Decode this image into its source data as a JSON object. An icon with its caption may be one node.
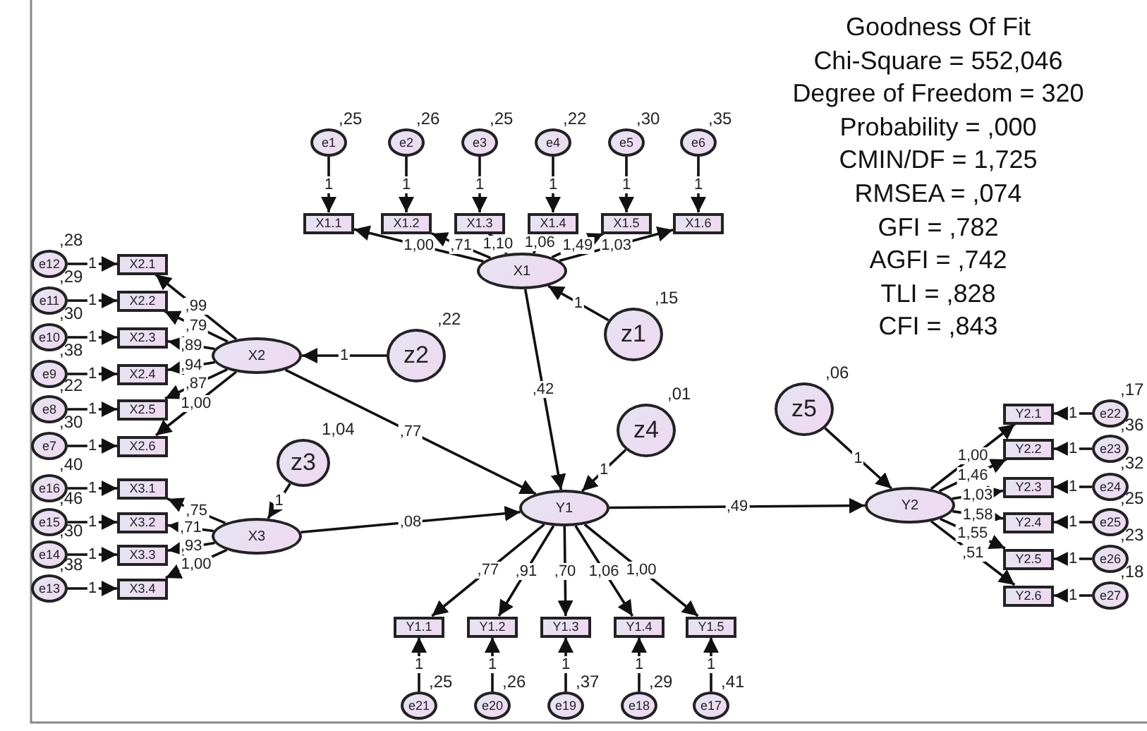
{
  "diagram": {
    "title": "Goodness Of Fit",
    "nodes": [
      {
        "text": [
          "e1"
        ],
        "beside": [
          ",25"
        ]
      },
      {
        "text": [
          "e2"
        ],
        "beside": [
          ",26"
        ]
      },
      {
        "text": [
          "e3"
        ],
        "beside": [
          ",25"
        ]
      },
      {
        "text": [
          "e4"
        ],
        "beside": [
          ",22"
        ]
      },
      {
        "text": [
          "e5"
        ],
        "beside": [
          ",30"
        ]
      },
      {
        "text": [
          "e6"
        ],
        "beside": [
          ",35"
        ]
      },
      {
        "text": [
          "X1.1"
        ]
      },
      {
        "text": [
          "X1.2"
        ]
      },
      {
        "text": [
          "X1.3"
        ]
      },
      {
        "text": [
          "X1.4"
        ]
      },
      {
        "text": [
          "X1.5"
        ]
      },
      {
        "text": [
          "X1.6"
        ]
      },
      {
        "text": [
          "X1"
        ]
      },
      {
        "text": [
          "z1"
        ],
        "beside": [
          ",15"
        ]
      },
      {
        "text": [
          "e12"
        ],
        "beside": [
          ",28"
        ]
      },
      {
        "text": [
          "e11"
        ],
        "beside": [
          ",29"
        ]
      },
      {
        "text": [
          "e10"
        ],
        "beside": [
          ",30"
        ]
      },
      {
        "text": [
          "e9"
        ],
        "beside": [
          ",38"
        ]
      },
      {
        "text": [
          "e8"
        ],
        "beside": [
          ",22"
        ]
      },
      {
        "text": [
          "e7"
        ],
        "beside": [
          ",30"
        ]
      },
      {
        "text": [
          "X2.1"
        ]
      },
      {
        "text": [
          "X2.2"
        ]
      },
      {
        "text": [
          "X2.3"
        ]
      },
      {
        "text": [
          "X2.4"
        ]
      },
      {
        "text": [
          "X2.5"
        ]
      },
      {
        "text": [
          "X2.6"
        ]
      },
      {
        "text": [
          "X2"
        ]
      },
      {
        "text": [
          "z2"
        ],
        "beside": [
          ",22"
        ]
      },
      {
        "text": [
          "z3"
        ],
        "beside": [
          "1,04"
        ]
      },
      {
        "text": [
          "e16"
        ],
        "beside": [
          ",40"
        ]
      },
      {
        "text": [
          "e15"
        ],
        "beside": [
          ",46"
        ]
      },
      {
        "text": [
          "e14"
        ],
        "beside": [
          ",30"
        ]
      },
      {
        "text": [
          "e13"
        ],
        "beside": [
          ",38"
        ]
      },
      {
        "text": [
          "X3.1"
        ]
      },
      {
        "text": [
          "X3.2"
        ]
      },
      {
        "text": [
          "X3.3"
        ]
      },
      {
        "text": [
          "X3.4"
        ]
      },
      {
        "text": [
          "X3"
        ]
      },
      {
        "text": [
          "z4"
        ],
        "beside": [
          ",01"
        ]
      },
      {
        "text": [
          "Y1"
        ]
      },
      {
        "text": [
          "Y1.1"
        ]
      },
      {
        "text": [
          "Y1.2"
        ]
      },
      {
        "text": [
          "Y1.3"
        ]
      },
      {
        "text": [
          "Y1.4"
        ]
      },
      {
        "text": [
          "Y1.5"
        ]
      },
      {
        "text": [
          "e21"
        ],
        "beside": [
          ",25"
        ]
      },
      {
        "text": [
          "e20"
        ],
        "beside": [
          ",26"
        ]
      },
      {
        "text": [
          "e19"
        ],
        "beside": [
          ",37"
        ]
      },
      {
        "text": [
          "e18"
        ],
        "beside": [
          ",29"
        ]
      },
      {
        "text": [
          "e17"
        ],
        "beside": [
          ",41"
        ]
      },
      {
        "text": [
          "z5"
        ],
        "beside": [
          ",06"
        ]
      },
      {
        "text": [
          "Y2"
        ]
      },
      {
        "text": [
          "Y2.1"
        ]
      },
      {
        "text": [
          "Y2.2"
        ]
      },
      {
        "text": [
          "Y2.3"
        ]
      },
      {
        "text": [
          "Y2.4"
        ]
      },
      {
        "text": [
          "Y2.5"
        ]
      },
      {
        "text": [
          "Y2.6"
        ]
      },
      {
        "text": [
          "e22"
        ],
        "beside": [
          ",17"
        ]
      },
      {
        "text": [
          "e23"
        ],
        "beside": [
          ",36"
        ]
      },
      {
        "text": [
          "e24"
        ],
        "beside": [
          ",32"
        ]
      },
      {
        "text": [
          "e25"
        ],
        "beside": [
          ",25"
        ]
      },
      {
        "text": [
          "e26"
        ],
        "beside": [
          ",23"
        ]
      },
      {
        "text": [
          "e27"
        ],
        "beside": [
          ",18"
        ]
      }
    ],
    "edges": [
      {
        "from": 0,
        "to": 6,
        "arrow": "to",
        "label": "1"
      },
      {
        "from": 1,
        "to": 7,
        "arrow": "to",
        "label": "1"
      },
      {
        "from": 2,
        "to": 8,
        "arrow": "to",
        "label": "1"
      },
      {
        "from": 3,
        "to": 9,
        "arrow": "to",
        "label": "1"
      },
      {
        "from": 4,
        "to": 10,
        "arrow": "to",
        "label": "1"
      },
      {
        "from": 5,
        "to": 11,
        "arrow": "to",
        "label": "1"
      },
      {
        "from": 12,
        "to": 6,
        "arrow": "to",
        "label": "1,00"
      },
      {
        "from": 12,
        "to": 7,
        "arrow": "to",
        "label": ",71"
      },
      {
        "from": 12,
        "to": 8,
        "arrow": "to",
        "label": "1,10"
      },
      {
        "from": 12,
        "to": 9,
        "arrow": "to",
        "label": "1,06"
      },
      {
        "from": 12,
        "to": 10,
        "arrow": "to",
        "label": "1,49"
      },
      {
        "from": 12,
        "to": 11,
        "arrow": "to",
        "label": "1,03"
      },
      {
        "from": 13,
        "to": 12,
        "arrow": "to",
        "label": "1"
      },
      {
        "from": 14,
        "to": 20,
        "arrow": "to",
        "label": "1"
      },
      {
        "from": 15,
        "to": 21,
        "arrow": "to",
        "label": "1"
      },
      {
        "from": 16,
        "to": 22,
        "arrow": "to",
        "label": "1"
      },
      {
        "from": 17,
        "to": 23,
        "arrow": "to",
        "label": "1"
      },
      {
        "from": 18,
        "to": 24,
        "arrow": "to",
        "label": "1"
      },
      {
        "from": 19,
        "to": 25,
        "arrow": "to",
        "label": "1"
      },
      {
        "from": 26,
        "to": 20,
        "arrow": "to",
        "label": ",99"
      },
      {
        "from": 26,
        "to": 21,
        "arrow": "to",
        "label": ",79"
      },
      {
        "from": 26,
        "to": 22,
        "arrow": "to",
        "label": ",89"
      },
      {
        "from": 26,
        "to": 23,
        "arrow": "to",
        "label": ",94"
      },
      {
        "from": 26,
        "to": 24,
        "arrow": "to",
        "label": ",87"
      },
      {
        "from": 26,
        "to": 25,
        "arrow": "to",
        "label": "1,00"
      },
      {
        "from": 27,
        "to": 26,
        "arrow": "to",
        "label": "1"
      },
      {
        "from": 28,
        "to": 37,
        "arrow": "to",
        "label": "1"
      },
      {
        "from": 29,
        "to": 33,
        "arrow": "to",
        "label": "1"
      },
      {
        "from": 30,
        "to": 34,
        "arrow": "to",
        "label": "1"
      },
      {
        "from": 31,
        "to": 35,
        "arrow": "to",
        "label": "1"
      },
      {
        "from": 32,
        "to": 36,
        "arrow": "to",
        "label": "1"
      },
      {
        "from": 37,
        "to": 33,
        "arrow": "to",
        "label": ",75"
      },
      {
        "from": 37,
        "to": 34,
        "arrow": "to",
        "label": ",71"
      },
      {
        "from": 37,
        "to": 35,
        "arrow": "to",
        "label": ",93"
      },
      {
        "from": 37,
        "to": 36,
        "arrow": "to",
        "label": "1,00"
      },
      {
        "from": 26,
        "to": 39,
        "arrow": "to",
        "label": ",77"
      },
      {
        "from": 37,
        "to": 39,
        "arrow": "to",
        "label": ",08"
      },
      {
        "from": 12,
        "to": 39,
        "arrow": "to",
        "label": ",42"
      },
      {
        "from": 38,
        "to": 39,
        "arrow": "to",
        "label": "1"
      },
      {
        "from": 39,
        "to": 40,
        "arrow": "to",
        "label": ",77"
      },
      {
        "from": 39,
        "to": 41,
        "arrow": "to",
        "label": ",91"
      },
      {
        "from": 39,
        "to": 42,
        "arrow": "to",
        "label": ",70"
      },
      {
        "from": 39,
        "to": 43,
        "arrow": "to",
        "label": "1,06"
      },
      {
        "from": 39,
        "to": 44,
        "arrow": "to",
        "label": "1,00"
      },
      {
        "from": 45,
        "to": 40,
        "arrow": "to",
        "label": "1"
      },
      {
        "from": 46,
        "to": 41,
        "arrow": "to",
        "label": "1"
      },
      {
        "from": 47,
        "to": 42,
        "arrow": "to",
        "label": "1"
      },
      {
        "from": 48,
        "to": 43,
        "arrow": "to",
        "label": "1"
      },
      {
        "from": 49,
        "to": 44,
        "arrow": "to",
        "label": "1"
      },
      {
        "from": 39,
        "to": 51,
        "arrow": "to",
        "label": ",49"
      },
      {
        "from": 50,
        "to": 51,
        "arrow": "to",
        "label": "1"
      },
      {
        "from": 51,
        "to": 52,
        "arrow": "to",
        "label": "1,00"
      },
      {
        "from": 51,
        "to": 53,
        "arrow": "to",
        "label": "1,46"
      },
      {
        "from": 51,
        "to": 54,
        "arrow": "to",
        "label": "1,03"
      },
      {
        "from": 51,
        "to": 55,
        "arrow": "to",
        "label": "1,58"
      },
      {
        "from": 51,
        "to": 56,
        "arrow": "to",
        "label": "1,55"
      },
      {
        "from": 51,
        "to": 57,
        "arrow": "to",
        "label": ",51"
      },
      {
        "from": 58,
        "to": 52,
        "arrow": "to",
        "label": "1"
      },
      {
        "from": 59,
        "to": 53,
        "arrow": "to",
        "label": "1"
      },
      {
        "from": 60,
        "to": 54,
        "arrow": "to",
        "label": "1"
      },
      {
        "from": 61,
        "to": 55,
        "arrow": "to",
        "label": "1"
      },
      {
        "from": 62,
        "to": 56,
        "arrow": "to",
        "label": "1"
      },
      {
        "from": 63,
        "to": 57,
        "arrow": "to",
        "label": "1"
      }
    ],
    "labels": [
      "Chi-Square = 552,046",
      "Degree of Freedom = 320",
      "Probability = ,000",
      "CMIN/DF = 1,725",
      "RMSEA = ,074",
      "GFI = ,782",
      "AGFI = ,742",
      "TLI = ,828",
      "CFI = ,843"
    ]
  }
}
